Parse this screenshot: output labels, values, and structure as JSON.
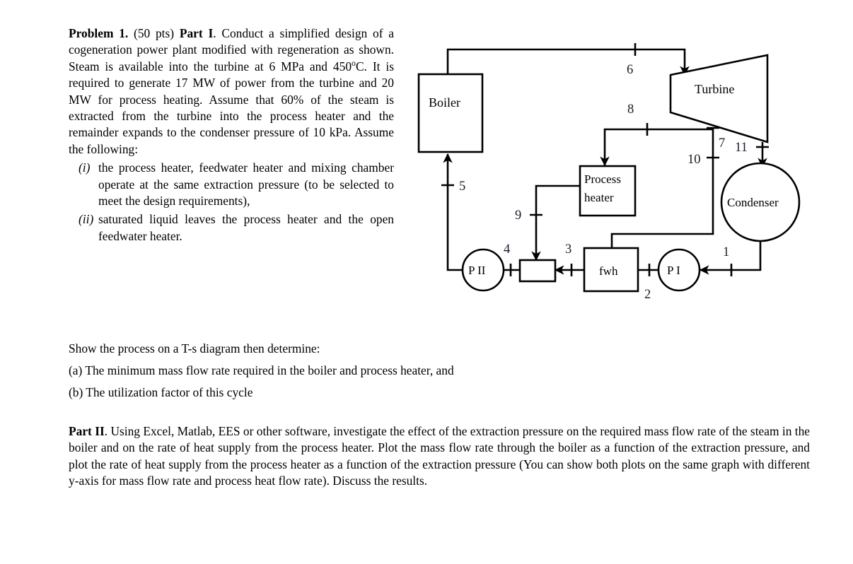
{
  "document": {
    "problem_heading_bold": "Problem 1.",
    "points": "(50 pts)",
    "part_one_bold": "Part I",
    "intro_text": ". Conduct a simplified design of a cogeneration power plant modified with regeneration as shown. Steam is available into the turbine at 6 MPa and 450",
    "intro_deg": "o",
    "intro_text_2": "C. It is required to generate 17 MW of power from the turbine and 20 MW for process heating. Assume that 60% of the steam is extracted from the turbine into the process heater and the remainder expands to the condenser pressure of 10 kPa. Assume the following:",
    "assumptions": [
      {
        "marker": "(i)",
        "text": "the process heater, feedwater heater and mixing chamber operate at the same extraction pressure (to be selected to meet the design requirements),"
      },
      {
        "marker": "(ii)",
        "text": "saturated liquid leaves the process heater and the open feedwater heater."
      }
    ],
    "show_process_line": "Show the process on a T-s diagram then determine:",
    "question_a": "(a) The minimum mass flow rate required in the boiler and process heater, and",
    "question_b": "(b) The utilization factor of this cycle",
    "part_two_bold": "Part II",
    "part_two_text": ". Using Excel, Matlab, EES or other software, investigate the effect of the extraction pressure on the required mass flow rate of the steam in the boiler and on the rate of heat supply from the process heater. Plot the mass flow rate through the boiler as a function of the extraction pressure, and plot the rate of heat supply from the process heater as a function of the extraction pressure (You can show both plots on the same graph with different y-axis for mass flow rate and process heat flow rate). Discuss the results."
  },
  "diagram": {
    "components": {
      "boiler": "Boiler",
      "turbine": "Turbine",
      "process_heater_line1": "Process",
      "process_heater_line2": "heater",
      "condenser": "Condenser",
      "feedwater_heater": "fwh",
      "pump_one": "P I",
      "pump_two": "P II",
      "mixing_chamber": ""
    },
    "state_points": {
      "s1": "1",
      "s2": "2",
      "s3": "3",
      "s4": "4",
      "s5": "5",
      "s6": "6",
      "s7": "7",
      "s8": "8",
      "s9": "9",
      "s10": "10",
      "s11": "11"
    },
    "colors": {
      "line": "#000000",
      "fill": "#ffffff",
      "text": "#000000"
    }
  }
}
